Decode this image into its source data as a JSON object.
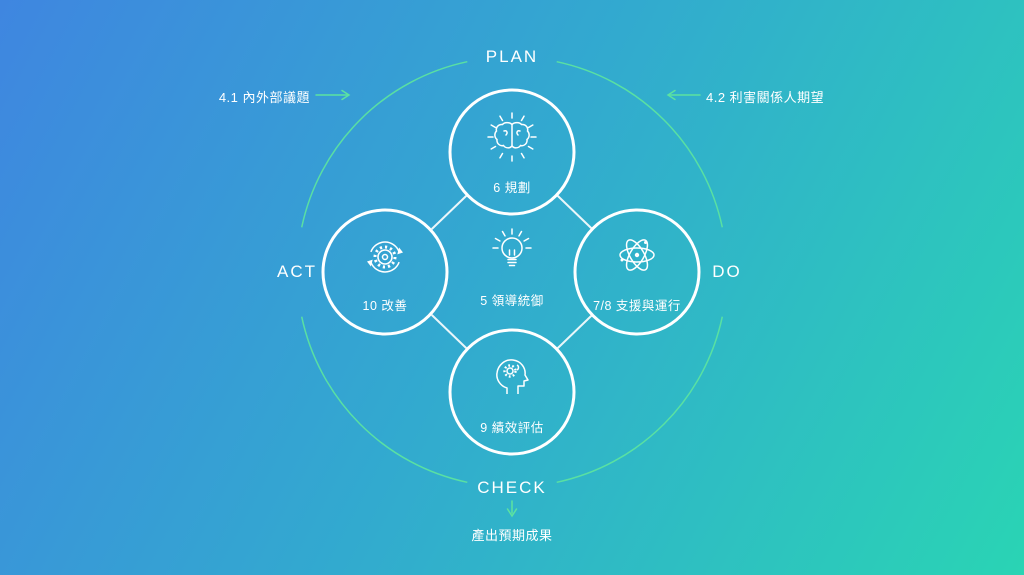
{
  "diagram": {
    "type": "pdca-cycle",
    "colors": {
      "background_start": "#3F86E0",
      "background_end": "#2AD4B4",
      "accent_green": "#5CE3A0",
      "line_white": "#FFFFFF"
    },
    "cycle": {
      "plan": "PLAN",
      "do": "DO",
      "check": "CHECK",
      "act": "ACT"
    },
    "nodes": {
      "plan": {
        "label": "6 規劃",
        "icon": "brain-idea-icon"
      },
      "do": {
        "label": "7/8 支援與運行",
        "icon": "atom-icon"
      },
      "check": {
        "label": "9 績效評估",
        "icon": "head-gear-icon"
      },
      "act": {
        "label": "10 改善",
        "icon": "gear-refresh-icon"
      },
      "leadership": {
        "label": "5 領導統御",
        "icon": "lightbulb-icon"
      }
    },
    "annotations": {
      "left": {
        "text": "4.1 內外部議題"
      },
      "right": {
        "text": "4.2 利害關係人期望"
      },
      "bottom": {
        "text": "產出預期成果"
      }
    }
  }
}
